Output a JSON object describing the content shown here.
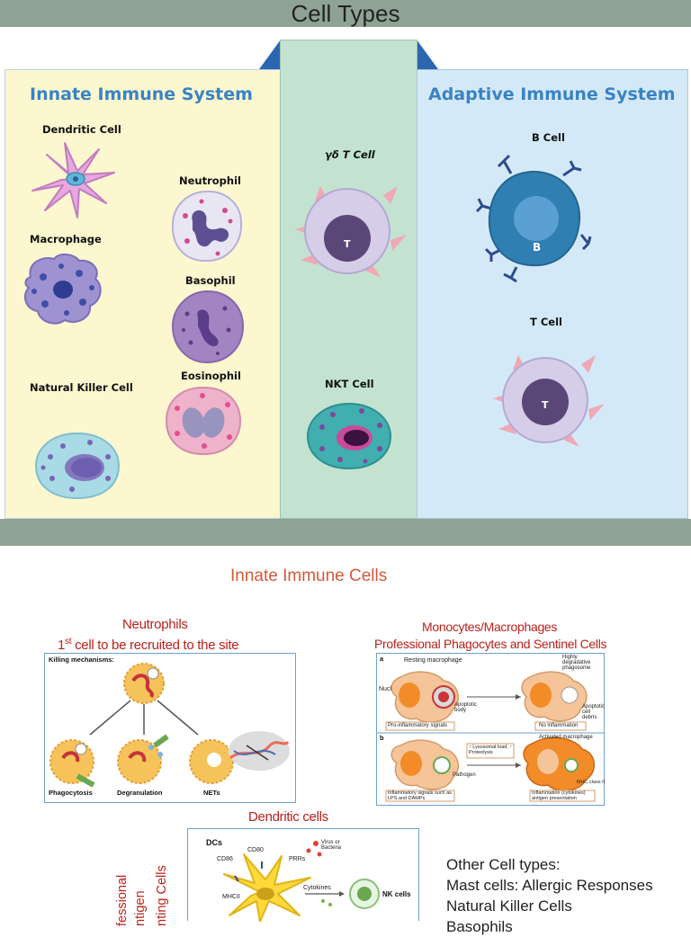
{
  "header": {
    "title": "Cell Types"
  },
  "panel": {
    "innate_title": "Innate Immune System",
    "adaptive_title": "Adaptive Immune System",
    "innate_cells": {
      "dendritic": "Dendritic Cell",
      "neutrophil": "Neutrophil",
      "macrophage": "Macrophage",
      "basophil": "Basophil",
      "nk": "Natural Killer Cell",
      "eosinophil": "Eosinophil"
    },
    "middle_cells": {
      "gd_t": "γδ T Cell",
      "nkt": "NKT Cell"
    },
    "adaptive_cells": {
      "b": "B Cell",
      "t": "T Cell"
    },
    "cell_letters": {
      "b": "B",
      "t": "T"
    }
  },
  "section": {
    "title": "Innate Immune Cells",
    "neutrophils": {
      "title": "Neutrophils",
      "subtitle_prefix": "1",
      "subtitle_sup": "st",
      "subtitle_rest": " cell to be recruited to the site"
    },
    "neutro_fig": {
      "heading": "Killing mechanisms:",
      "labels": [
        "Phagocytosis",
        "Degranulation",
        "NETs"
      ]
    },
    "monocytes": {
      "title": "Monocytes/Macrophages",
      "subtitle": "Professional Phagocytes and Sentinel Cells"
    },
    "mono_fig": {
      "a": "a",
      "b": "b",
      "resting": "Resting macrophage",
      "highly": "Highly degradative phagosome",
      "nucleus": "Nucleus",
      "apoptotic": "Apoptotic body",
      "apop_cell": "Apoptotic cell debris",
      "pro_anti": "Pro-inflammatory signals",
      "no_inflam": "No inflammation",
      "activated": "Activated macrophage",
      "tlr": "↑ Lysosomal load, ↑ Proteolysis",
      "pathogen": "Pathogen",
      "mhc": "MHC class II",
      "inflam_sig": "Inflammatory signals such as LPS and DAMPs",
      "inflam_out": "Inflammation (cytokines) antigen presentation"
    },
    "dendritic": {
      "title": "Dendritic cells"
    },
    "dc_fig": {
      "dcs": "DCs",
      "cd80": "CD80",
      "cd86": "CD86",
      "prrs": "PRRs",
      "virus": "Virus or Bacteria",
      "mhcii": "MHCII",
      "cytokines": "Cytokines",
      "nk": "NK cells"
    },
    "apc_rot": [
      "fessional",
      "ntigen",
      "nting Cells"
    ],
    "other": {
      "heading": "Other Cell types:",
      "items": [
        "Mast cells: Allergic Responses",
        "Natural Killer Cells",
        "Basophils"
      ]
    }
  },
  "colors": {
    "bar": "#8fa394",
    "innate_bg": "#fcf7cf",
    "middle_bg": "#c3e3d0",
    "adaptive_bg": "#d4e9f7",
    "title_blue": "#3a83c4",
    "section_red": "#d25a3a"
  }
}
